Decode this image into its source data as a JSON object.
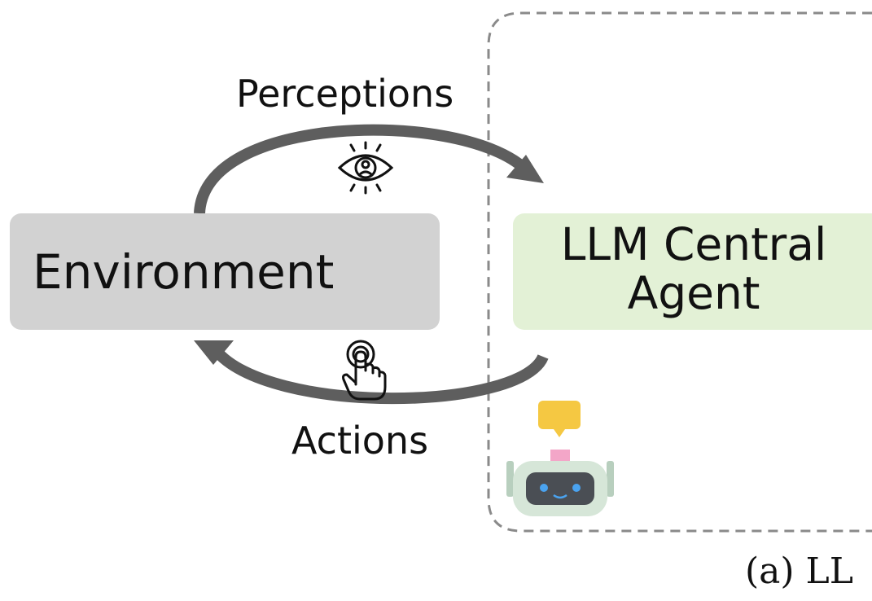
{
  "environment": {
    "label": "Environment",
    "icon": "monitor-webpage-icon"
  },
  "agent": {
    "label_line1": "LLM Central",
    "label_line2": "Agent",
    "icon": "brain-icon"
  },
  "perceptions": {
    "label": "Perceptions",
    "icon": "eye-icon"
  },
  "actions": {
    "label": "Actions",
    "icon": "tap-hand-icon"
  },
  "robot": {
    "icon": "robot-icon"
  },
  "caption": {
    "text": "(a) LL"
  },
  "colors": {
    "environment_box": "#d2d2d2",
    "agent_box": "#e3f1d6",
    "arrow": "#5e5e5e",
    "dashed_border": "#8a8a8a",
    "chat_bubble": "#f5c842",
    "robot_body": "#d6e6d8",
    "robot_face": "#4a4e54",
    "monitor_accent": "#e8475b"
  }
}
